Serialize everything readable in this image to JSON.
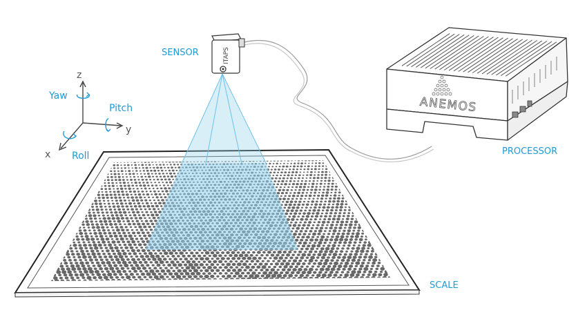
{
  "labels": {
    "sensor": "SENSOR",
    "processor": "PROCESSOR",
    "scale": "SCALE",
    "brand": "ANEMOS",
    "sensor_mark": "ITAPS"
  },
  "axes": {
    "z": "z",
    "y": "y",
    "x": "x",
    "yaw": "Yaw",
    "pitch": "Pitch",
    "roll": "Roll"
  },
  "colors": {
    "label": "#1e9bd7",
    "beam": "#8fd0ec",
    "dots": "#666666",
    "line": "#333333"
  }
}
